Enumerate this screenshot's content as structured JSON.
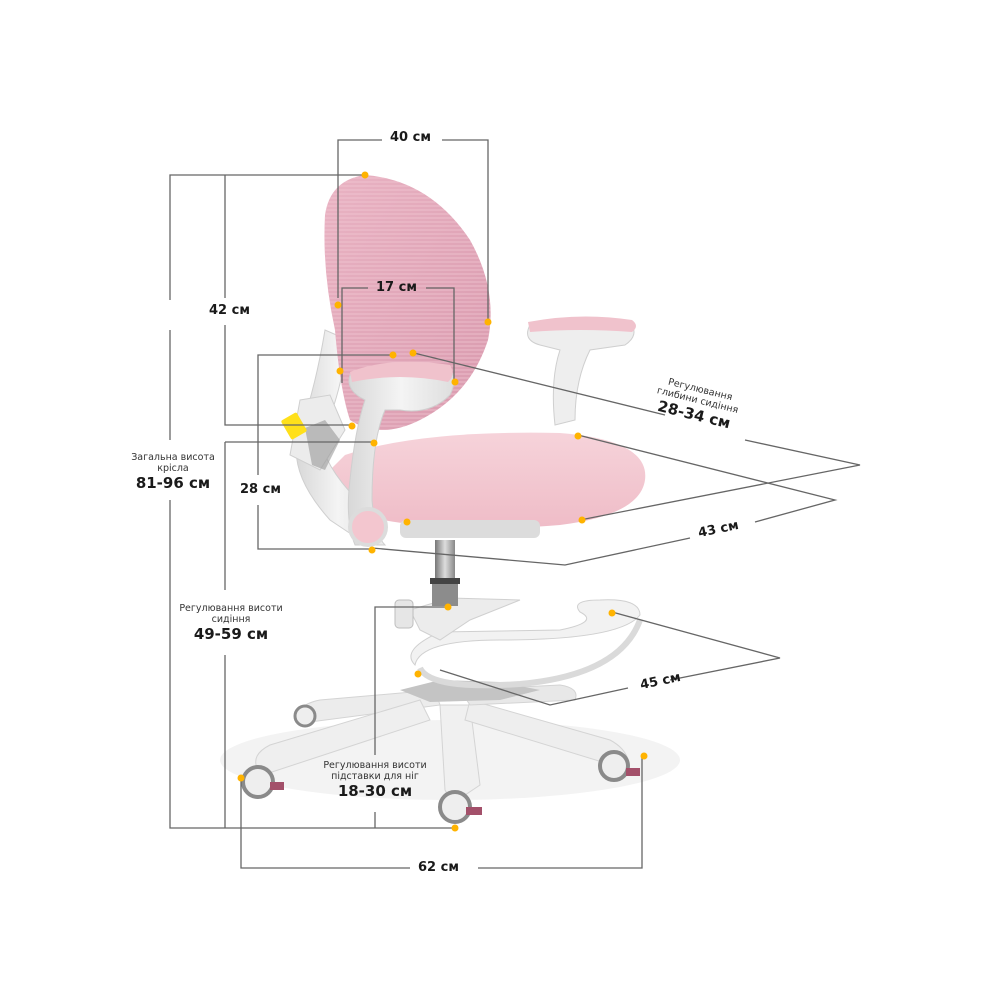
{
  "diagram": {
    "subject": "Children's ergonomic chair with footrest, pink",
    "colors": {
      "upholstery": "#f2c6cf",
      "mesh_back": "#e8b4c2",
      "frame": "#eeeeee",
      "frame_shadow": "#cfcfcf",
      "lines": "#555555",
      "marker": "#ffb300",
      "caster_accent": "#a3506a",
      "warning_label": "#ffe01a"
    }
  },
  "dimensions": {
    "backrest_width": {
      "value": "40 см"
    },
    "backrest_height": {
      "value": "42 см"
    },
    "lumbar_width": {
      "value": "17 см"
    },
    "armrest_height": {
      "value": "28 см"
    },
    "total_height": {
      "caption": "Загальна висота крісла",
      "value": "81-96 см"
    },
    "seat_depth_adjust": {
      "caption_line1": "Регулювання",
      "caption_line2": "глибини сидіння",
      "value": "28-34 см"
    },
    "seat_width": {
      "value": "43 см"
    },
    "seat_height_adjust": {
      "caption_line1": "Регулювання висоти",
      "caption_line2": "сидіння",
      "value": "49-59 см"
    },
    "footrest_width": {
      "value": "45 см"
    },
    "footrest_height_adjust": {
      "caption_line1": "Регулювання висоти",
      "caption_line2": "підставки для ніг",
      "value": "18-30 см"
    },
    "base_width": {
      "value": "62 см"
    }
  }
}
